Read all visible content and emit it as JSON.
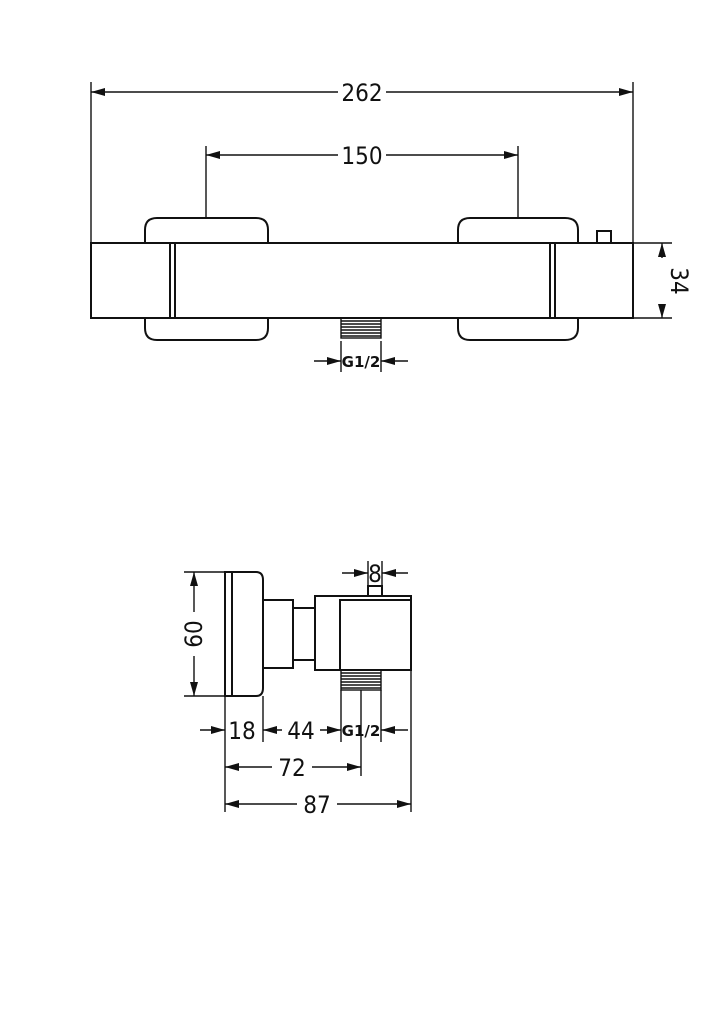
{
  "front_view": {
    "dims": {
      "overall_width": "262",
      "mount_spacing": "150",
      "body_height": "34"
    },
    "outlet_thread": "G1/2"
  },
  "side_view": {
    "dims": {
      "height": "60",
      "pin_width": "8",
      "wall_plate": "18",
      "connector": "44",
      "to_outlet": "72",
      "total_depth": "87"
    },
    "outlet_thread": "G1/2"
  }
}
